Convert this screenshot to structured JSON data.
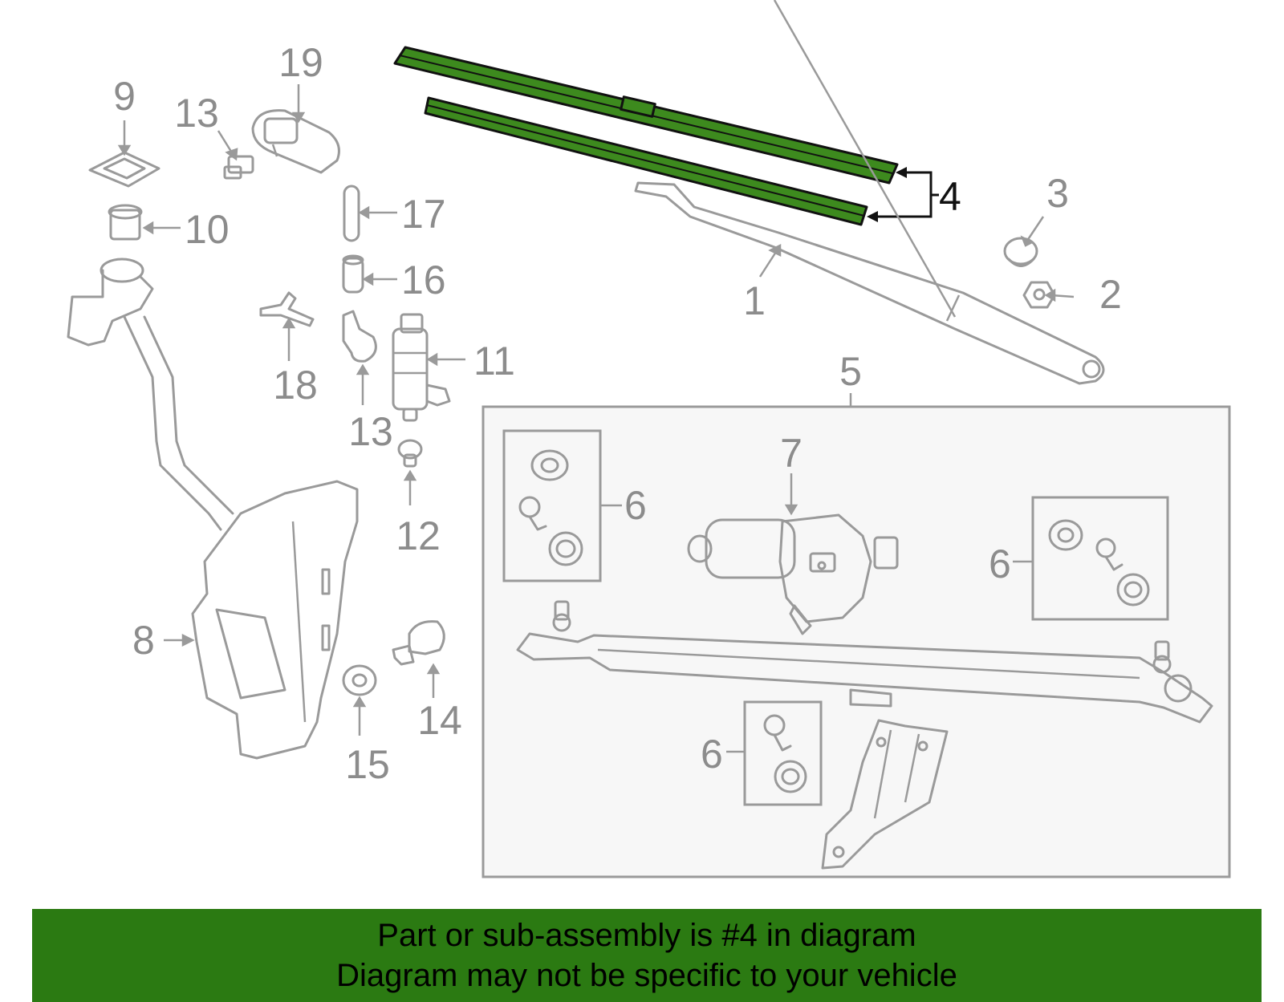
{
  "callouts": {
    "c1": "1",
    "c2": "2",
    "c3": "3",
    "c4": "4",
    "c5": "5",
    "c6a": "6",
    "c6b": "6",
    "c6c": "6",
    "c7": "7",
    "c8": "8",
    "c9": "9",
    "c10": "10",
    "c11": "11",
    "c12": "12",
    "c13a": "13",
    "c13b": "13",
    "c14": "14",
    "c15": "15",
    "c16": "16",
    "c17": "17",
    "c18": "18",
    "c19": "19"
  },
  "highlight": {
    "part_number": "4",
    "color": "#3d8a1e"
  },
  "banner": {
    "line1": "Part or sub-assembly is #4 in diagram",
    "line2": "Diagram may not be specific to your vehicle",
    "color": "#2b7a12"
  }
}
